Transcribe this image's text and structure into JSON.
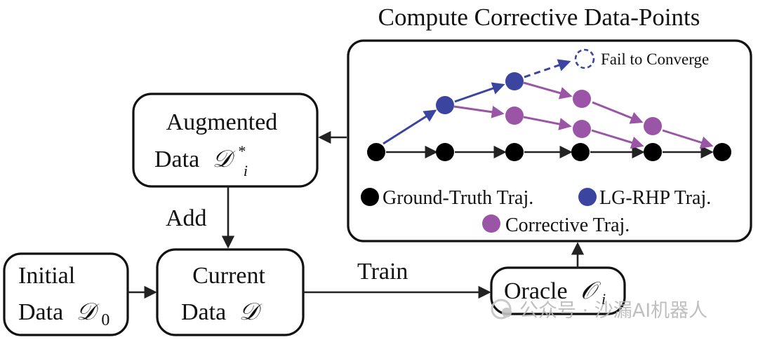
{
  "title": "Compute Corrective Data-Points",
  "nodes": {
    "augmented": {
      "line1": "Augmented",
      "line2_text": "Data",
      "math_base": "𝒟",
      "math_sub": "i",
      "math_sup": "*"
    },
    "current": {
      "line1": "Current",
      "line2_text": "Data",
      "math_base": "𝒟"
    },
    "initial": {
      "line1": "Initial",
      "line2_text": "Data",
      "math_base": "𝒟",
      "math_sub": "0"
    },
    "oracle": {
      "text": "Oracle",
      "math_base": "𝒪",
      "math_sub": "i"
    }
  },
  "edges": {
    "add_label": "Add",
    "train_label": "Train"
  },
  "inset": {
    "fail_label": "Fail to Converge",
    "legend": [
      {
        "label": "Ground-Truth Traj.",
        "color": "#000000"
      },
      {
        "label": "LG-RHP Traj.",
        "color": "#3b45a0"
      },
      {
        "label": "Corrective Traj.",
        "color": "#9b55a6"
      }
    ]
  },
  "colors": {
    "ground_truth": "#000000",
    "lg_rhp": "#3b45a0",
    "corrective": "#9b55a6"
  },
  "watermark": "公众号 · 沙漏AI机器人"
}
